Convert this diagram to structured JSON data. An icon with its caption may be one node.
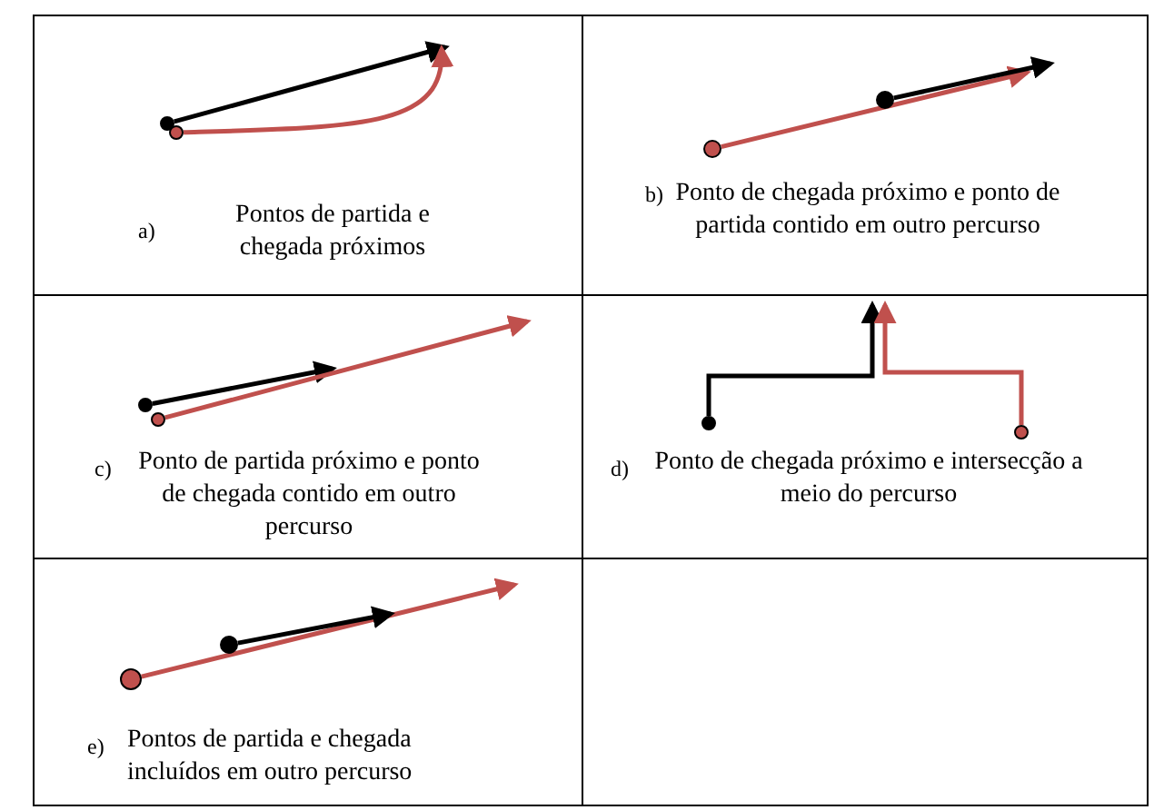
{
  "diagram": {
    "nodes": [
      {
        "text": [],
        "shape": "circle"
      },
      {
        "text": [],
        "shape": "circle"
      },
      {
        "text": [],
        "shape": "circle"
      },
      {
        "text": [],
        "shape": "circle"
      },
      {
        "text": [],
        "shape": "circle"
      },
      {
        "text": [],
        "shape": "circle"
      },
      {
        "text": [],
        "shape": "circle"
      },
      {
        "text": [],
        "shape": "circle"
      },
      {
        "text": [],
        "shape": "circle"
      },
      {
        "text": [],
        "shape": "circle"
      }
    ],
    "edges": [
      {
        "from": 0,
        "to": null,
        "arrow": "to"
      },
      {
        "from": 1,
        "to": null,
        "arrow": "to",
        "color": "#c0504d"
      },
      {
        "from": 2,
        "to": null,
        "arrow": "to",
        "color": "#c0504d"
      },
      {
        "from": 3,
        "to": null,
        "arrow": "to"
      },
      {
        "from": 4,
        "to": null,
        "arrow": "to"
      },
      {
        "from": 5,
        "to": null,
        "arrow": "to",
        "color": "#c0504d"
      },
      {
        "from": 6,
        "to": null,
        "arrow": "to"
      },
      {
        "from": 7,
        "to": null,
        "arrow": "to",
        "color": "#c0504d"
      },
      {
        "from": 8,
        "to": null,
        "arrow": "to",
        "color": "#c0504d"
      },
      {
        "from": 9,
        "to": null,
        "arrow": "to"
      }
    ],
    "labels": [
      "a)",
      "Pontos de partida e chegada próximos",
      "b)",
      "Ponto de chegada próximo e ponto de partida contido em outro percurso",
      "c)",
      "Ponto de partida próximo e ponto de chegada contido em outro percurso",
      "d)",
      "Ponto de chegada próximo e intersecção a meio do percurso",
      "e)",
      "Pontos de partida e chegada incluídos em outro percurso"
    ]
  }
}
